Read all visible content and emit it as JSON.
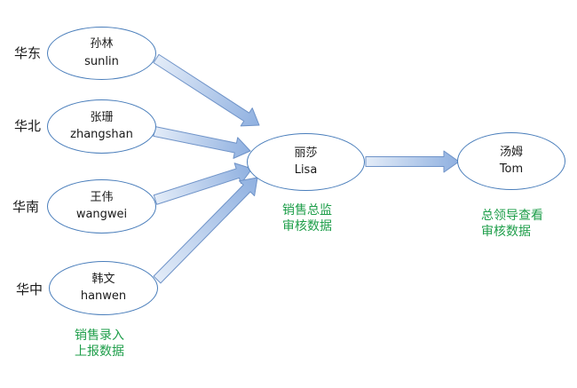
{
  "regions": [
    "华东",
    "华北",
    "华南",
    "华中"
  ],
  "sales": [
    {
      "cn": "孙林",
      "en": "sunlin"
    },
    {
      "cn": "张珊",
      "en": "zhangshan"
    },
    {
      "cn": "王伟",
      "en": "wangwei"
    },
    {
      "cn": "韩文",
      "en": "hanwen"
    }
  ],
  "director": {
    "cn": "丽莎",
    "en": "Lisa"
  },
  "manager": {
    "cn": "汤姆",
    "en": "Tom"
  },
  "notes": {
    "sales": [
      "销售录入",
      "上报数据"
    ],
    "director": [
      "销售总监",
      "审核数据"
    ],
    "manager": [
      "总领导查看",
      "审核数据"
    ]
  },
  "colors": {
    "node_border": "#4a7ebb",
    "arrow_fill_light": "#e3ecf8",
    "arrow_fill_dark": "#8fb0e0",
    "arrow_border": "#6f93c8",
    "note_text": "#1e9e4a"
  }
}
